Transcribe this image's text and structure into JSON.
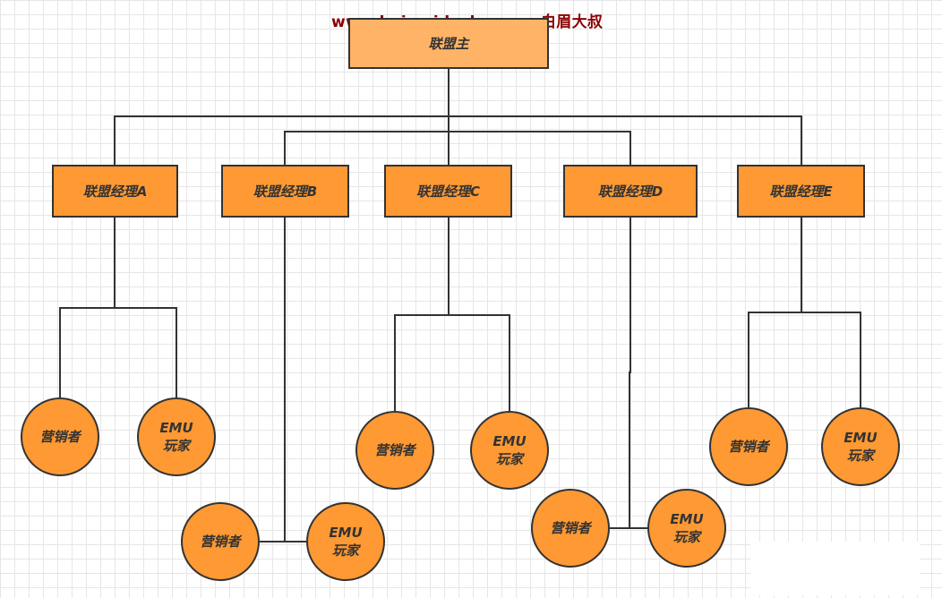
{
  "watermark": "www.baimeidashu.com-白眉大叔",
  "root": {
    "label": "联盟主"
  },
  "managers": [
    {
      "label": "联盟经理A"
    },
    {
      "label": "联盟经理B"
    },
    {
      "label": "联盟经理C"
    },
    {
      "label": "联盟经理D"
    },
    {
      "label": "联盟经理E"
    }
  ],
  "leaves": {
    "marketer": "营销者",
    "emu_line1": "EMU",
    "emu_line2": "玩家"
  },
  "colors": {
    "root_fill": "#ffb366",
    "node_fill": "#ff9933",
    "stroke": "#333333",
    "watermark": "#8b0000",
    "grid": "#e6e6e6"
  }
}
